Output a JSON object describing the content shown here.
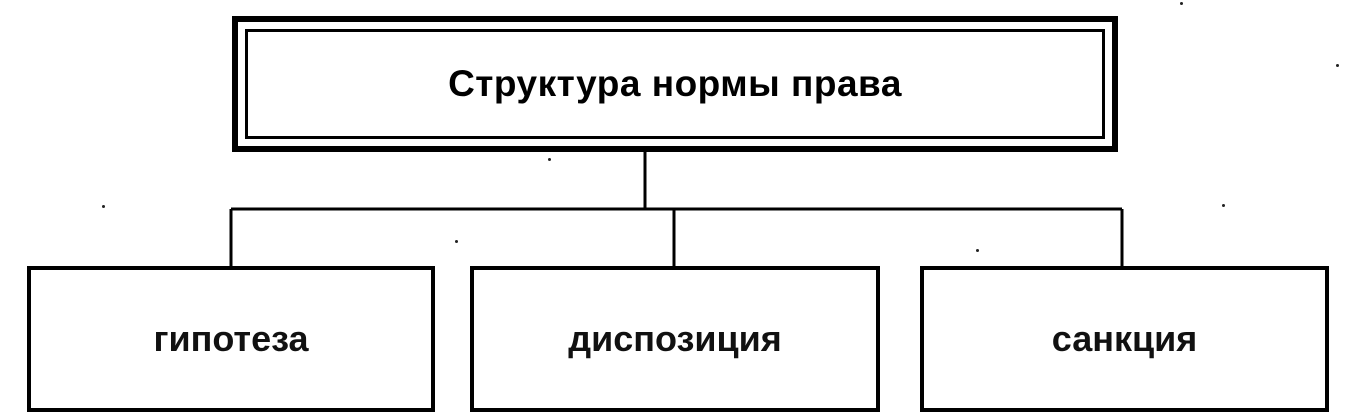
{
  "diagram": {
    "root": {
      "label": "Структура нормы права"
    },
    "children": [
      {
        "id": "hypothesis",
        "label": "гипотеза"
      },
      {
        "id": "disposition",
        "label": "диспозиция"
      },
      {
        "id": "sanction",
        "label": "санкция"
      }
    ],
    "colors": {
      "line": "#000000",
      "background": "#ffffff",
      "text": "#000000"
    }
  }
}
